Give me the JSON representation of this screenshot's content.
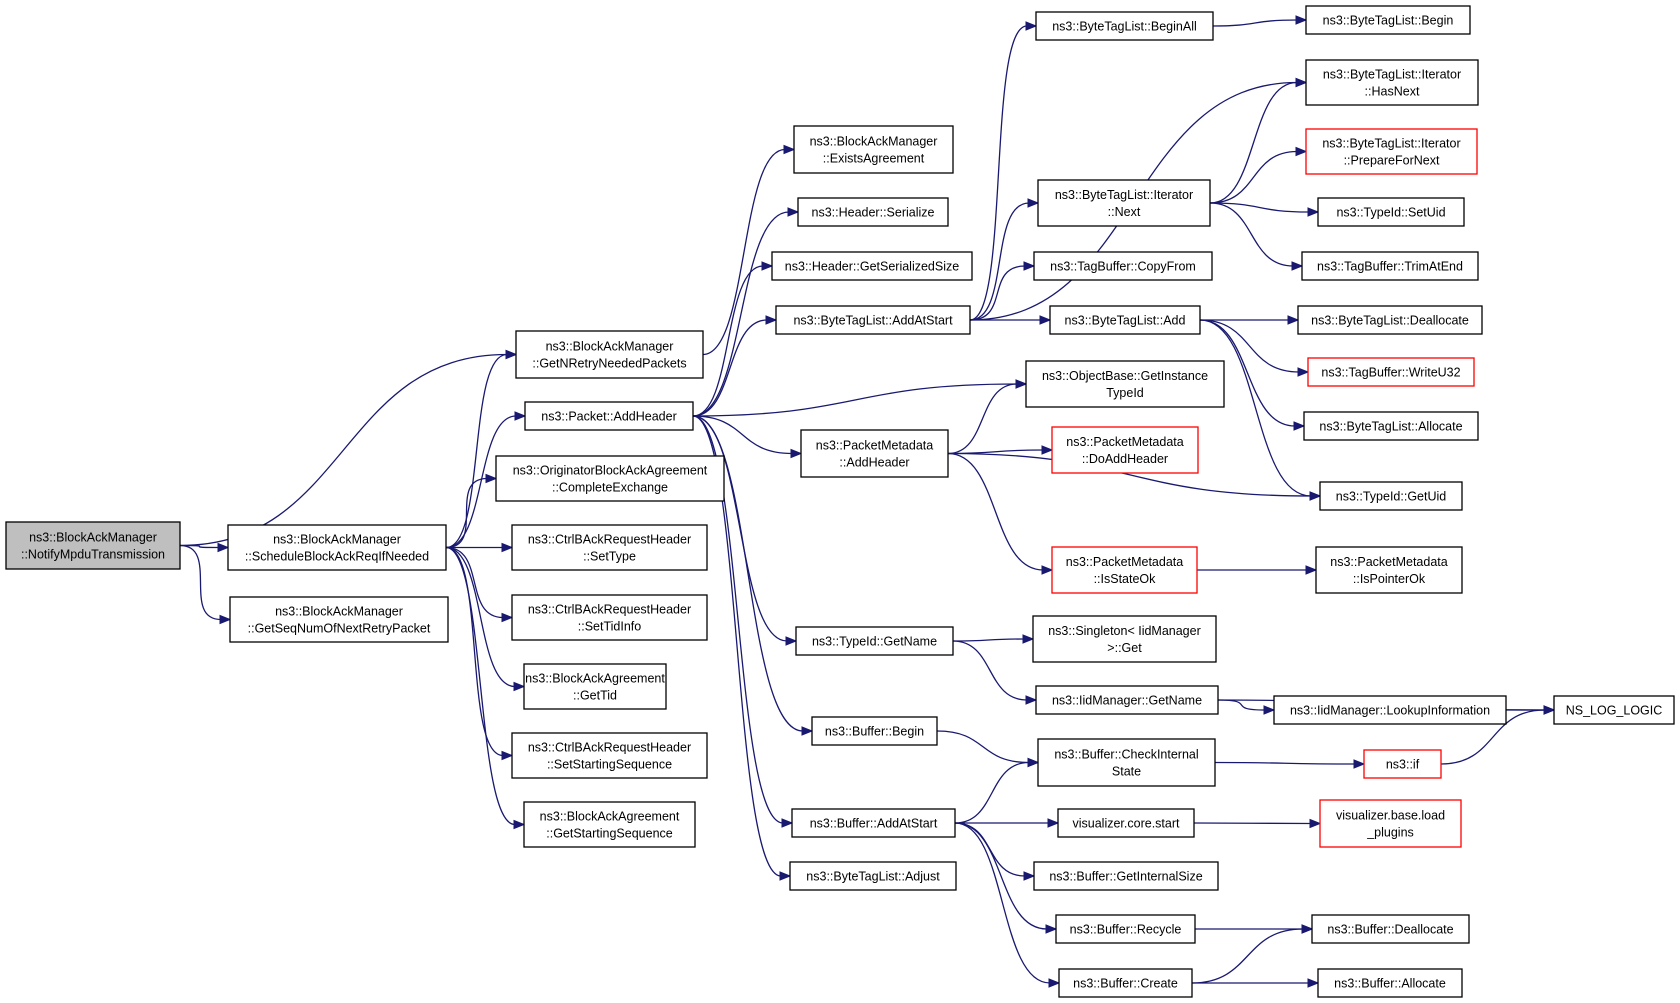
{
  "graph": {
    "nodes": [
      {
        "id": "notify",
        "lines": [
          "ns3::BlockAckManager",
          "::NotifyMpduTransmission"
        ],
        "root": true
      },
      {
        "id": "sched",
        "lines": [
          "ns3::BlockAckManager",
          "::ScheduleBlockAckReqIfNeeded"
        ]
      },
      {
        "id": "getseq",
        "lines": [
          "ns3::BlockAckManager",
          "::GetSeqNumOfNextRetryPacket"
        ]
      },
      {
        "id": "getnretry",
        "lines": [
          "ns3::BlockAckManager",
          "::GetNRetryNeededPackets"
        ]
      },
      {
        "id": "addheader",
        "lines": [
          "ns3::Packet::AddHeader"
        ]
      },
      {
        "id": "complete",
        "lines": [
          "ns3::OriginatorBlockAckAgreement",
          "::CompleteExchange"
        ]
      },
      {
        "id": "settype",
        "lines": [
          "ns3::CtrlBAckRequestHeader",
          "::SetType"
        ]
      },
      {
        "id": "settidinfo",
        "lines": [
          "ns3::CtrlBAckRequestHeader",
          "::SetTidInfo"
        ]
      },
      {
        "id": "gettid",
        "lines": [
          "ns3::BlockAckAgreement",
          "::GetTid"
        ]
      },
      {
        "id": "setstart",
        "lines": [
          "ns3::CtrlBAckRequestHeader",
          "::SetStartingSequence"
        ]
      },
      {
        "id": "getstart",
        "lines": [
          "ns3::BlockAckAgreement",
          "::GetStartingSequence"
        ]
      },
      {
        "id": "exists",
        "lines": [
          "ns3::BlockAckManager",
          "::ExistsAgreement"
        ]
      },
      {
        "id": "hserialize",
        "lines": [
          "ns3::Header::Serialize"
        ]
      },
      {
        "id": "hgetsize",
        "lines": [
          "ns3::Header::GetSerializedSize"
        ]
      },
      {
        "id": "btladdatstart",
        "lines": [
          "ns3::ByteTagList::AddAtStart"
        ]
      },
      {
        "id": "pmaddheader",
        "lines": [
          "ns3::PacketMetadata",
          "::AddHeader"
        ]
      },
      {
        "id": "tidgetname",
        "lines": [
          "ns3::TypeId::GetName"
        ]
      },
      {
        "id": "bufbegin",
        "lines": [
          "ns3::Buffer::Begin"
        ]
      },
      {
        "id": "bufaddatstart",
        "lines": [
          "ns3::Buffer::AddAtStart"
        ]
      },
      {
        "id": "btladjust",
        "lines": [
          "ns3::ByteTagList::Adjust"
        ]
      },
      {
        "id": "btlbeginall",
        "lines": [
          "ns3::ByteTagList::BeginAll"
        ]
      },
      {
        "id": "btlitnext",
        "lines": [
          "ns3::ByteTagList::Iterator",
          "::Next"
        ]
      },
      {
        "id": "tbcopyfrom",
        "lines": [
          "ns3::TagBuffer::CopyFrom"
        ]
      },
      {
        "id": "btladd",
        "lines": [
          "ns3::ByteTagList::Add"
        ]
      },
      {
        "id": "obgetinst",
        "lines": [
          "ns3::ObjectBase::GetInstance",
          "TypeId"
        ]
      },
      {
        "id": "pmdoadd",
        "lines": [
          "ns3::PacketMetadata",
          "::DoAddHeader"
        ],
        "red": true
      },
      {
        "id": "pmisstate",
        "lines": [
          "ns3::PacketMetadata",
          "::IsStateOk"
        ],
        "red": true
      },
      {
        "id": "singleton",
        "lines": [
          "ns3::Singleton< IidManager",
          ">::Get"
        ]
      },
      {
        "id": "iidgetname",
        "lines": [
          "ns3::IidManager::GetName"
        ]
      },
      {
        "id": "bufcheck",
        "lines": [
          "ns3::Buffer::CheckInternal",
          "State"
        ]
      },
      {
        "id": "viscorestart",
        "lines": [
          "visualizer.core.start"
        ]
      },
      {
        "id": "bufgetsize",
        "lines": [
          "ns3::Buffer::GetInternalSize"
        ]
      },
      {
        "id": "bufrecycle",
        "lines": [
          "ns3::Buffer::Recycle"
        ]
      },
      {
        "id": "bufcreate",
        "lines": [
          "ns3::Buffer::Create"
        ]
      },
      {
        "id": "btlbegin",
        "lines": [
          "ns3::ByteTagList::Begin"
        ]
      },
      {
        "id": "btlithasnext",
        "lines": [
          "ns3::ByteTagList::Iterator",
          "::HasNext"
        ]
      },
      {
        "id": "btlitprepare",
        "lines": [
          "ns3::ByteTagList::Iterator",
          "::PrepareForNext"
        ],
        "red": true
      },
      {
        "id": "tidsetuid",
        "lines": [
          "ns3::TypeId::SetUid"
        ]
      },
      {
        "id": "tbtrim",
        "lines": [
          "ns3::TagBuffer::TrimAtEnd"
        ]
      },
      {
        "id": "btldealloc",
        "lines": [
          "ns3::ByteTagList::Deallocate"
        ]
      },
      {
        "id": "tbwriteu32",
        "lines": [
          "ns3::TagBuffer::WriteU32"
        ],
        "red": true
      },
      {
        "id": "btlalloc",
        "lines": [
          "ns3::ByteTagList::Allocate"
        ]
      },
      {
        "id": "tidgetuid",
        "lines": [
          "ns3::TypeId::GetUid"
        ]
      },
      {
        "id": "pmispointer",
        "lines": [
          "ns3::PacketMetadata",
          "::IsPointerOk"
        ]
      },
      {
        "id": "iidlookup",
        "lines": [
          "ns3::IidManager::LookupInformation"
        ]
      },
      {
        "id": "nslog",
        "lines": [
          "NS_LOG_LOGIC"
        ]
      },
      {
        "id": "ns3if",
        "lines": [
          "ns3::if"
        ],
        "red": true
      },
      {
        "id": "visloadplugins",
        "lines": [
          "visualizer.base.load",
          "_plugins"
        ],
        "red": true
      },
      {
        "id": "bufdealloc",
        "lines": [
          "ns3::Buffer::Deallocate"
        ]
      },
      {
        "id": "bufalloc",
        "lines": [
          "ns3::Buffer::Allocate"
        ]
      }
    ]
  }
}
